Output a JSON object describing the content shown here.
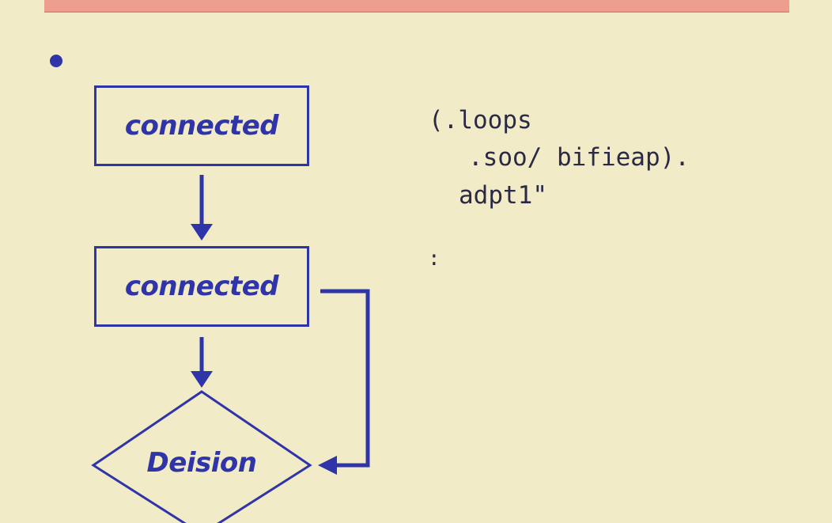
{
  "diagram": {
    "nodes": [
      {
        "id": "box1",
        "label": "connected",
        "shape": "rectangle"
      },
      {
        "id": "box2",
        "label": "connected",
        "shape": "rectangle"
      },
      {
        "id": "decision",
        "label": "Deision",
        "shape": "diamond"
      }
    ],
    "edges": [
      {
        "from": "box1",
        "to": "box2"
      },
      {
        "from": "box2",
        "to": "decision"
      },
      {
        "from": "box2",
        "to": "decision",
        "route": "loop-right"
      }
    ]
  },
  "code_text": {
    "line1": "(.loops",
    "line2": ".soo/ bifieap).",
    "line3": "adpt1\"",
    "line4": ":"
  },
  "colors": {
    "background": "#f1ebc8",
    "accent": "#2f35a8",
    "top_bar": "#ee9e8e",
    "text": "#2a2a44"
  }
}
